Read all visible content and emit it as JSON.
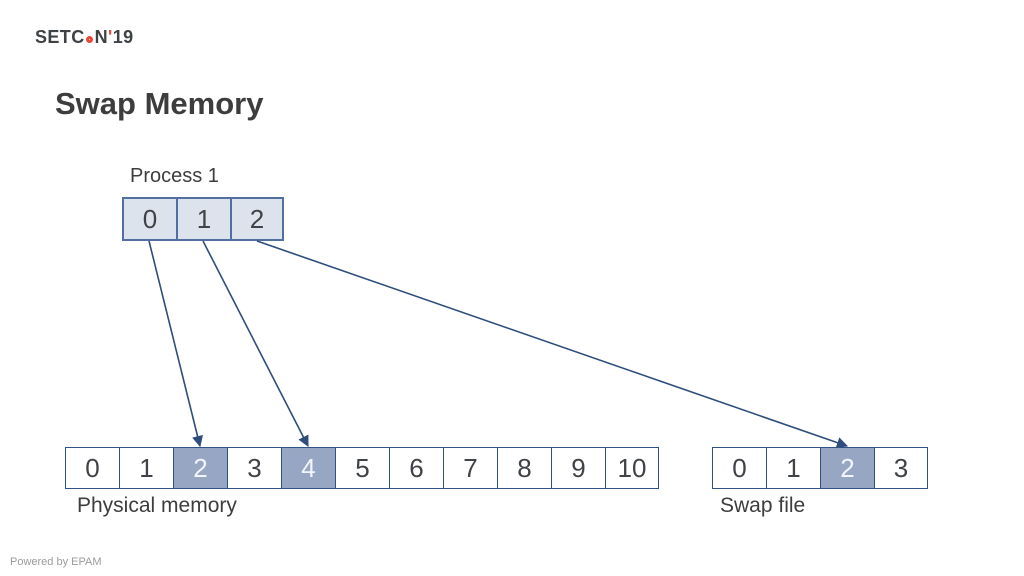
{
  "slide": {
    "logo": {
      "part1": "SETC",
      "o": "O",
      "part2": "N",
      "tick": "'",
      "year": "19"
    },
    "title": "Swap Memory",
    "footer": "Powered by EPAM"
  },
  "process_table": {
    "label": "Process 1",
    "cells": [
      "0",
      "1",
      "2"
    ],
    "highlighted": []
  },
  "physical_memory": {
    "label": "Physical memory",
    "cells": [
      "0",
      "1",
      "2",
      "3",
      "4",
      "5",
      "6",
      "7",
      "8",
      "9",
      "10"
    ],
    "highlighted": [
      2,
      4
    ]
  },
  "swap_file": {
    "label": "Swap file",
    "cells": [
      "0",
      "1",
      "2",
      "3"
    ],
    "highlighted": [
      2
    ]
  },
  "mappings": [
    {
      "page": "0",
      "target": "physical-memory-table",
      "slot": "2"
    },
    {
      "page": "1",
      "target": "physical-memory-table",
      "slot": "4"
    },
    {
      "page": "2",
      "target": "swap-file-table",
      "slot": "2"
    }
  ],
  "colors": {
    "logo_accent": "#e8473a",
    "text_dark": "#3d3d3d",
    "cell_border": "#2f5284",
    "process_cell_fill": "#dce3ec",
    "process_cell_border": "#51709f",
    "highlight_fill": "#97a7c3",
    "highlight_text": "#f2f5f9",
    "arrow": "#2e4d7d",
    "footer_text": "#9b9b9b"
  }
}
